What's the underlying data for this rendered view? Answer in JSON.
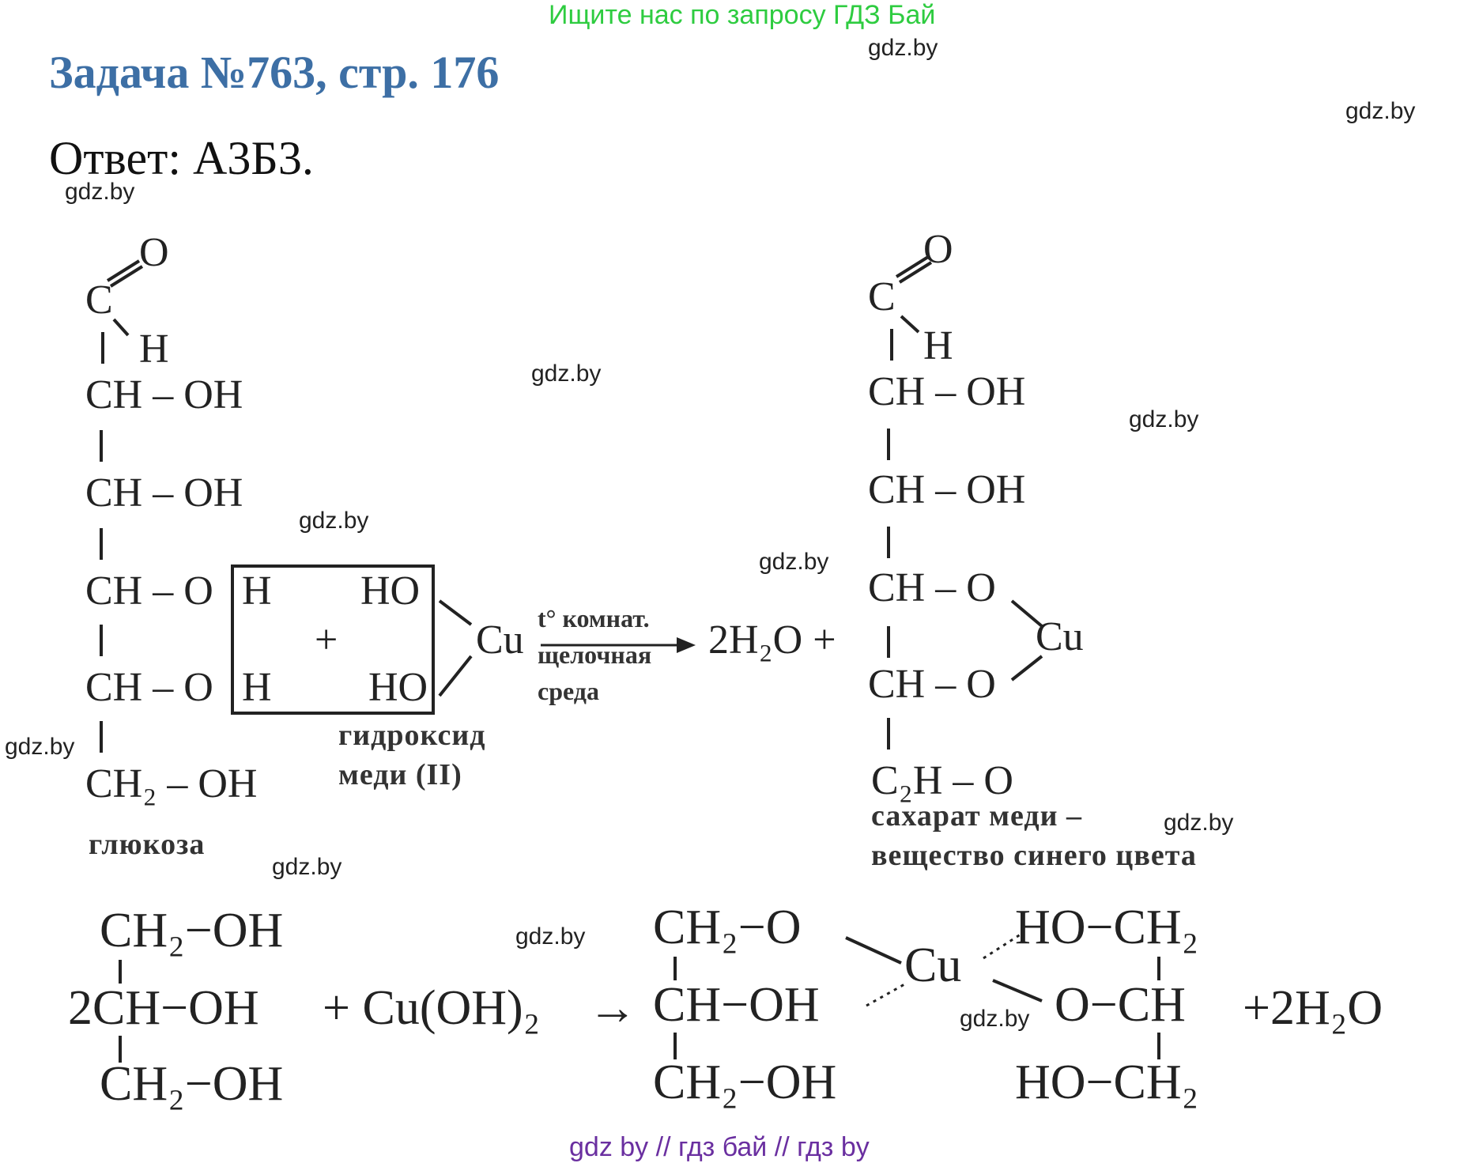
{
  "top_banner": "Ищите нас по запросу ГДЗ Бай",
  "title": "Задача №763, стр. 176",
  "answer": "Ответ: А3Б3.",
  "watermarks": [
    "gdz.by",
    "gdz.by",
    "gdz.by",
    "gdz.by",
    "gdz.by",
    "gdz.by",
    "gdz.by",
    "gdz.by",
    "gdz.by",
    "gdz.by",
    "gdz.by",
    "gdz.by"
  ],
  "reaction1": {
    "glucose": {
      "o": "O",
      "c": "C",
      "h": "H",
      "r1": "CH – OH",
      "r2": "CH – OH",
      "r3": "CH – O",
      "r4": "CH – O",
      "r5": "CH₂ – OH",
      "label": "глюкоза"
    },
    "box": {
      "h1": "H",
      "ho1": "HO",
      "plus": "+",
      "h2": "H",
      "ho2": "HO"
    },
    "cu": "Cu",
    "hydroxide_label_1": "гидроксид",
    "hydroxide_label_2": "меди (II)",
    "condition_top": "t° комнат.",
    "condition_mid": "щелочная",
    "condition_bot": "среда",
    "water": "2H₂O +",
    "product": {
      "o": "O",
      "c": "C",
      "h": "H",
      "r1": "CH – OH",
      "r2": "CH – OH",
      "r3": "CH – O",
      "r4": "CH – O",
      "cu": "Cu",
      "r5": "C₂H – O",
      "label_1": "сахарат меди –",
      "label_2": "вещество синего цвета"
    }
  },
  "reaction2": {
    "g1": "CH₂−OH",
    "g2": "2CH−OH",
    "g3": "CH₂−OH",
    "reagent": "+ Cu(OH)₂",
    "arrow": "→",
    "p1": "CH₂−O",
    "p2": "CH−OH",
    "p3": "CH₂−OH",
    "cu": "Cu",
    "q1": "HO−CH₂",
    "q2": "O−CH",
    "q3": "HO−CH₂",
    "water": "+2H₂O"
  },
  "footer": "gdz by  //  гдз бай  //  гдз by"
}
